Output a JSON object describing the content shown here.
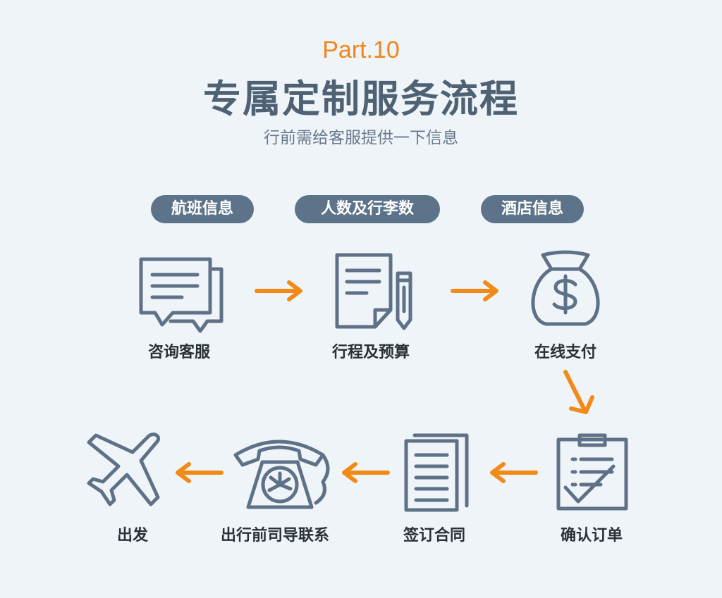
{
  "header": {
    "part": "Part.10",
    "title": "专属定制服务流程",
    "subtitle": "行前需给客服提供一下信息"
  },
  "info_tags": [
    "航班信息",
    "人数及行李数",
    "酒店信息"
  ],
  "steps": [
    {
      "label": "咨询客服",
      "icon": "chat-bubbles-icon"
    },
    {
      "label": "行程及预算",
      "icon": "document-pencil-icon"
    },
    {
      "label": "在线支付",
      "icon": "money-bag-icon"
    },
    {
      "label": "确认订单",
      "icon": "clipboard-check-icon"
    },
    {
      "label": "签订合同",
      "icon": "documents-icon"
    },
    {
      "label": "出行前司导联系",
      "icon": "telephone-icon"
    },
    {
      "label": "出发",
      "icon": "airplane-icon"
    }
  ],
  "colors": {
    "accent": "#f28a17",
    "icon": "#5e7186",
    "tag_bg": "#5d7389",
    "title": "#4f6274",
    "background": "#eff4f9"
  }
}
